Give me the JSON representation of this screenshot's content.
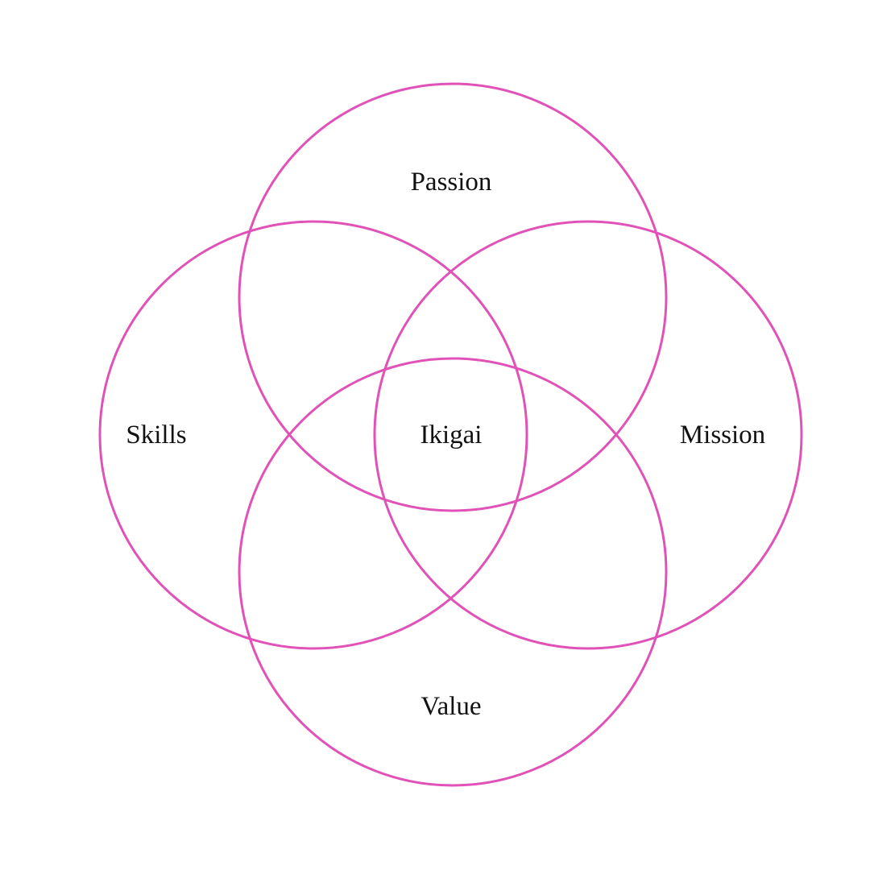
{
  "diagram": {
    "stroke_color": "#e052b8",
    "background_color": "#ffffff",
    "circles": [
      {
        "name": "Passion"
      },
      {
        "name": "Skills"
      },
      {
        "name": "Mission"
      },
      {
        "name": "Value"
      }
    ],
    "labels": {
      "top": "Passion",
      "left": "Skills",
      "center": "Ikigai",
      "right": "Mission",
      "bottom": "Value"
    }
  }
}
